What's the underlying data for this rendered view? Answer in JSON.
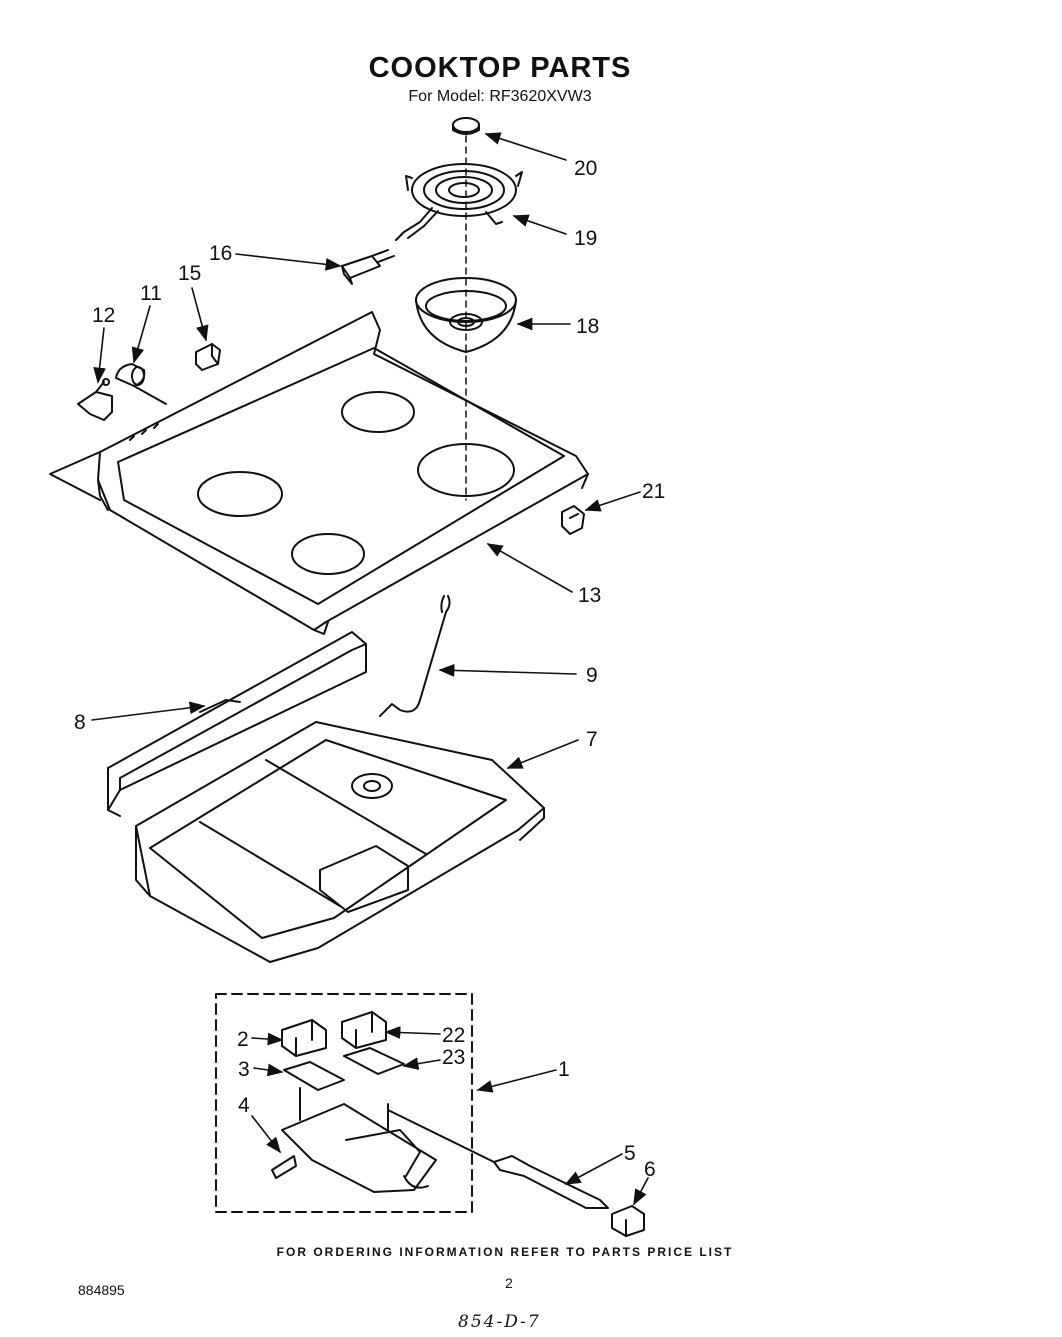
{
  "header": {
    "title": "COOKTOP PARTS",
    "subtitle": "For Model: RF3620XVW3"
  },
  "callouts": {
    "p1": "1",
    "p2": "2",
    "p3": "3",
    "p4": "4",
    "p5": "5",
    "p6": "6",
    "p7": "7",
    "p8": "8",
    "p9": "9",
    "p11": "11",
    "p12": "12",
    "p13": "13",
    "p15": "15",
    "p16": "16",
    "p18": "18",
    "p19": "19",
    "p20": "20",
    "p21": "21",
    "p22": "22",
    "p23": "23"
  },
  "footer": {
    "ordering_note": "FOR ORDERING INFORMATION REFER TO PARTS PRICE LIST",
    "page_number": "2",
    "document_id": "884895",
    "handwritten_code": "854-D-7"
  }
}
